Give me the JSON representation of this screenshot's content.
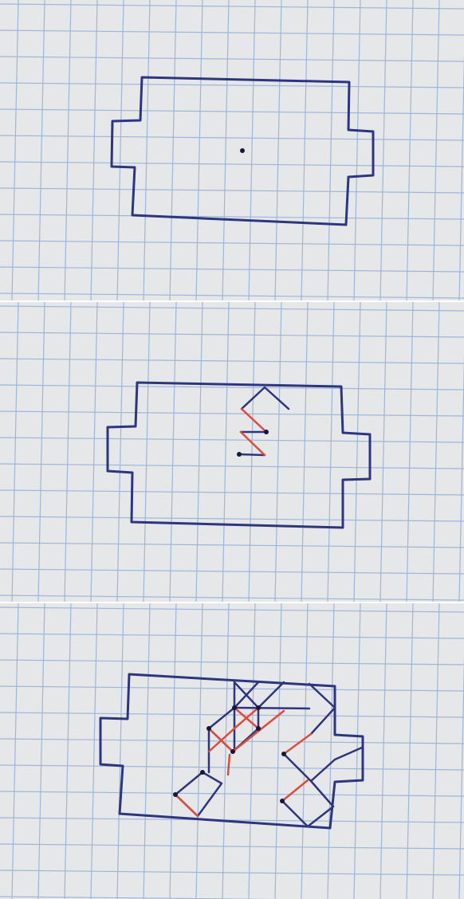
{
  "colors": {
    "paper": "#e6e7e9",
    "grid": "#9eb6d8",
    "ink_blue": "#2e3580",
    "ink_red": "#e04a3a",
    "ink_dark": "#16183a"
  },
  "panels": [
    {
      "name": "panel-outline-only"
    },
    {
      "name": "panel-zigzag-start"
    },
    {
      "name": "panel-full-pattern"
    }
  ]
}
